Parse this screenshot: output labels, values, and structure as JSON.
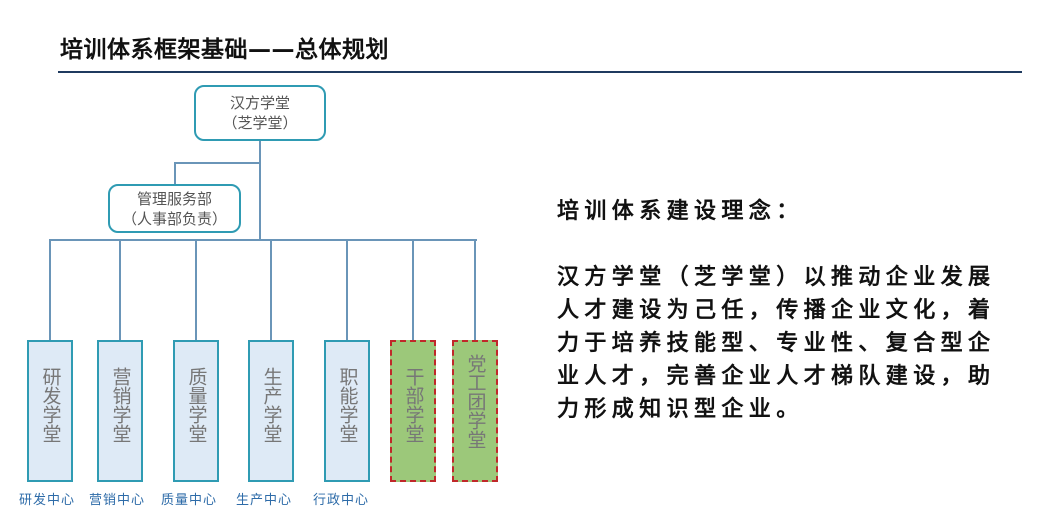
{
  "header": {
    "title": "培训体系框架基础——总体规划"
  },
  "org": {
    "root": {
      "line1": "汉方学堂",
      "line2": "（芝学堂）"
    },
    "mgmt": {
      "line1": "管理服务部",
      "line2": "（人事部负责）"
    },
    "academies": [
      {
        "name": "研发学堂",
        "center": "研发中心",
        "style": "blue"
      },
      {
        "name": "营销学堂",
        "center": "营销中心",
        "style": "blue"
      },
      {
        "name": "质量学堂",
        "center": "质量中心",
        "style": "blue"
      },
      {
        "name": "生产学堂",
        "center": "生产中心",
        "style": "blue"
      },
      {
        "name": "职能学堂",
        "center": "行政中心",
        "style": "blue"
      },
      {
        "name": "干部学堂",
        "style": "green-dashed"
      },
      {
        "name": "党工团学堂",
        "style": "green-dashed"
      }
    ]
  },
  "philosophy": {
    "heading": "培训体系建设理念：",
    "lines": [
      "汉方学堂（芝学堂）以推动企业发展",
      "人才建设为己任，传播企业文化，着",
      "力于培养技能型、专业性、复合型企",
      "业人才，完善企业人才梯队建设，助",
      "力形成知识型企业。"
    ]
  },
  "colors": {
    "line": "#6a95b8",
    "border": "#2f9bb3",
    "leaf_fill": "#deeaf6",
    "green_fill": "#9cc87a",
    "dashed_border": "#c0282a",
    "caption": "#2d6ba8"
  }
}
